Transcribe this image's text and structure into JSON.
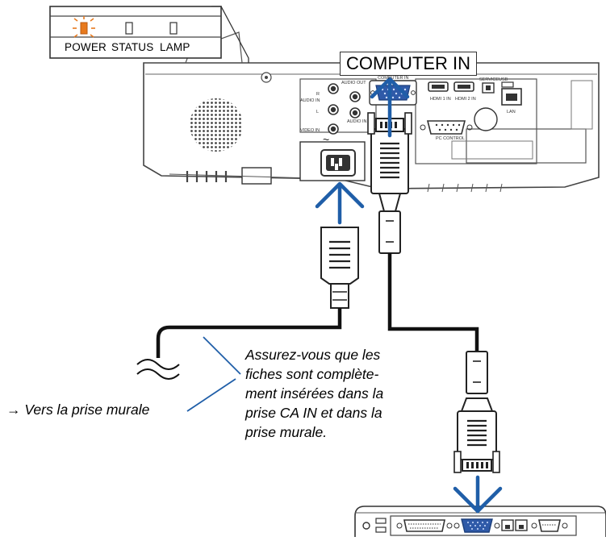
{
  "indicator_panel": {
    "labels": [
      "POWER",
      "STATUS",
      "LAMP"
    ]
  },
  "projector": {
    "callout": "COMPUTER IN",
    "port_labels": {
      "audio_out": "AUDIO OUT",
      "audio_in_left": "AUDIO IN",
      "audio_in_right": "AUDIO IN",
      "video_in": "VIDEO IN",
      "computer_in": "COMPUTER IN",
      "hdmi1": "HDMI 1 IN",
      "hdmi2": "HDMI 2 IN",
      "service": "SERVICE",
      "usb": "USB",
      "lan": "LAN",
      "pc_control": "PC CONTROL",
      "ac_symbol": "~",
      "audio_r": "R",
      "audio_l": "L"
    }
  },
  "annotations": {
    "plug_note": "Assurez-vous que les\nfiches sont complète-\nment insérées dans la\nprise CA IN et dans la\nprise murale.",
    "wall_outlet": "→ Vers la prise murale"
  },
  "colors": {
    "arrow": "#1f5ea8",
    "highlight": "#e87a1e",
    "port_blue": "#2f5aa8",
    "line": "#333333"
  }
}
